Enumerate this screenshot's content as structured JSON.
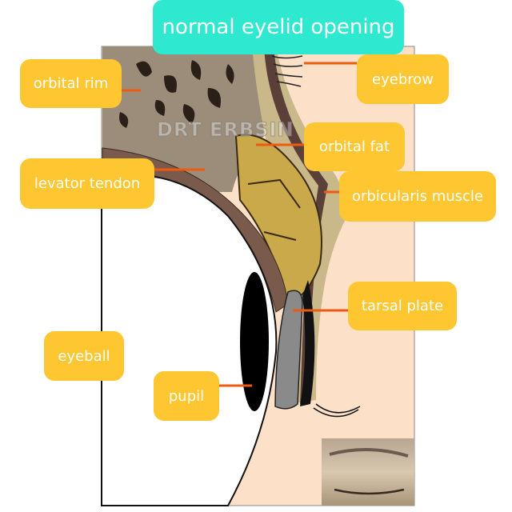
{
  "title": "normal eyelid opening",
  "watermark": "DRT ERBSIN",
  "labels": {
    "orbital_rim": "orbital rim",
    "eyebrow": "eyebrow",
    "orbital_fat": "orbital fat",
    "levator_tendon": "levator tendon",
    "orbicularis_muscle": "orbicularis muscle",
    "tarsal_plate": "tarsal plate",
    "eyeball": "eyeball",
    "pupil": "pupil"
  },
  "colors": {
    "label_bg": "#fec630",
    "title_bg": "#2ee8d0",
    "pointer": "#f05a10",
    "skin": "#fde0c8"
  }
}
